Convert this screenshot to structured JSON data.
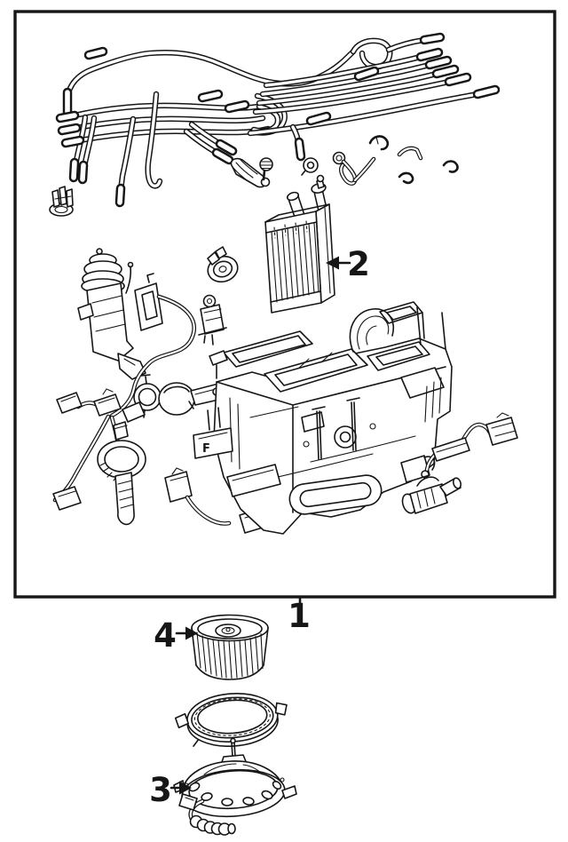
{
  "figure": {
    "kind": "exploded-parts-diagram",
    "style": "black and white line art, photocopy",
    "colors": {
      "ink": "#161616",
      "paper": "#ffffff"
    },
    "callouts": {
      "c1": {
        "label": "1",
        "points_to": "boxed heater assembly",
        "leader": "tick-up"
      },
      "c2": {
        "label": "2",
        "points_to": "finned core inside box",
        "leader": "arrow-left"
      },
      "c3": {
        "label": "3",
        "points_to": "motor below box",
        "leader": "arrow-right"
      },
      "c4": {
        "label": "4",
        "points_to": "fan wheel below box",
        "leader": "arrow-right"
      }
    },
    "cast_mark": "F"
  }
}
